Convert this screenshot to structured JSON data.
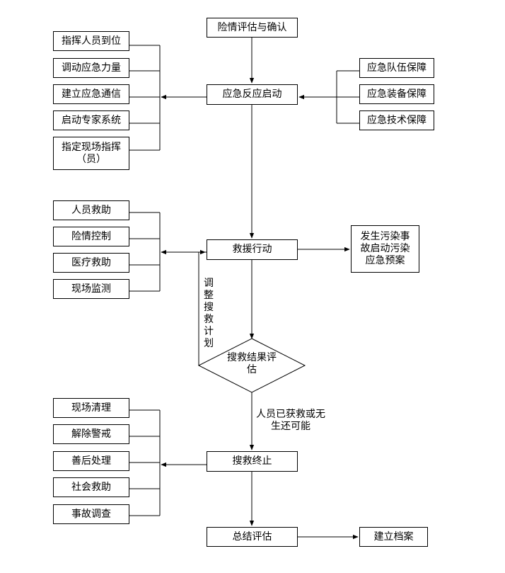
{
  "flow": {
    "assess": "险情评估与确认",
    "start": "应急反应启动",
    "rescue": "救援行动",
    "pollution": "发生污染事故启动污染应急预案",
    "decision": "搜救结果评估",
    "condition": "人员已获救或无生还可能",
    "end": "搜救终止",
    "summary": "总结评估",
    "archive": "建立档案",
    "adjust": "调整搜救计划"
  },
  "start_actions": [
    "指挥人员到位",
    "调动应急力量",
    "建立应急通信",
    "启动专家系统",
    "指定现场指挥（员）"
  ],
  "guarantees": [
    "应急队伍保障",
    "应急装备保障",
    "应急技术保障"
  ],
  "rescue_actions": [
    "人员救助",
    "险情控制",
    "医疗救助",
    "现场监测"
  ],
  "end_actions": [
    "现场清理",
    "解除警戒",
    "善后处理",
    "社会救助",
    "事故调查"
  ]
}
